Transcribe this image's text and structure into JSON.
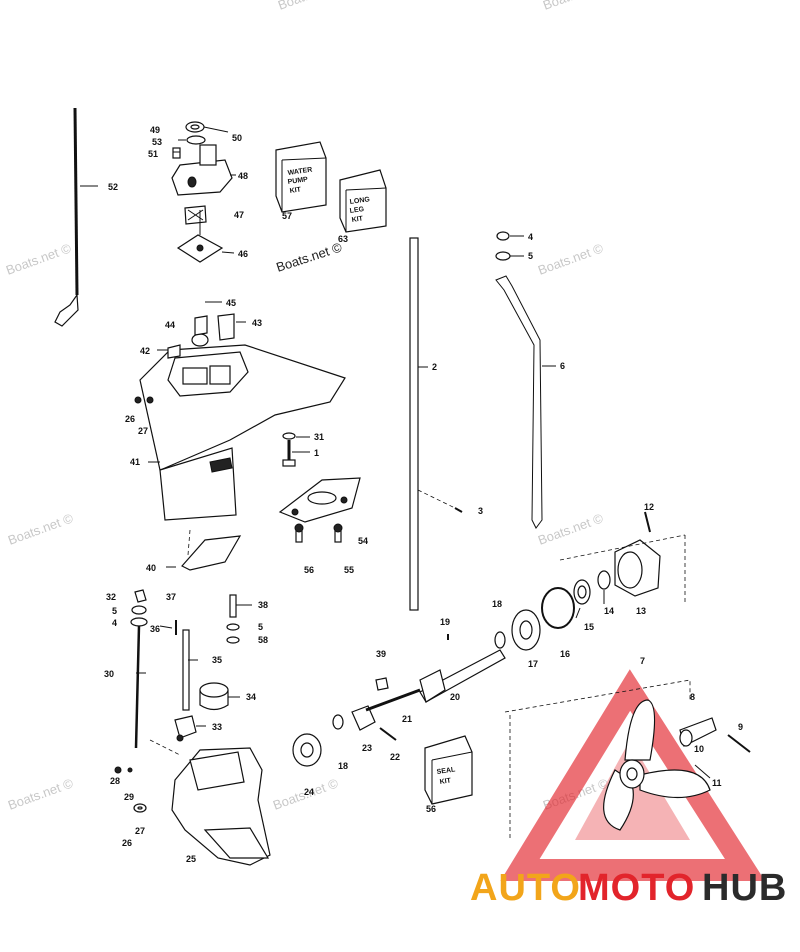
{
  "watermark_text": "Boats.net ©",
  "kits": [
    {
      "id": "57",
      "line1": "WATER",
      "line2": "PUMP",
      "line3": "KIT"
    },
    {
      "id": "63",
      "line1": "LONG",
      "line2": "LEG",
      "line3": "KIT"
    },
    {
      "id": "56",
      "line1": "SEAL",
      "line2": "KIT",
      "line3": ""
    }
  ],
  "callouts": [
    "1",
    "2",
    "3",
    "4",
    "5",
    "6",
    "7",
    "8",
    "9",
    "10",
    "11",
    "12",
    "13",
    "14",
    "15",
    "16",
    "17",
    "18",
    "19",
    "20",
    "21",
    "22",
    "23",
    "24",
    "25",
    "26",
    "27",
    "28",
    "29",
    "30",
    "31",
    "32",
    "33",
    "34",
    "35",
    "36",
    "37",
    "38",
    "39",
    "40",
    "41",
    "42",
    "43",
    "44",
    "45",
    "46",
    "47",
    "48",
    "49",
    "50",
    "51",
    "52",
    "53",
    "54",
    "55",
    "56",
    "57",
    "58",
    "63"
  ],
  "logo": {
    "auto": "AUTO",
    "moto": "MOTO",
    "hub": "HUB",
    "colors": {
      "auto": "#f2a51a",
      "moto": "#e2242b",
      "hub": "#2b2b2b",
      "triangle": "#e2242b"
    }
  }
}
